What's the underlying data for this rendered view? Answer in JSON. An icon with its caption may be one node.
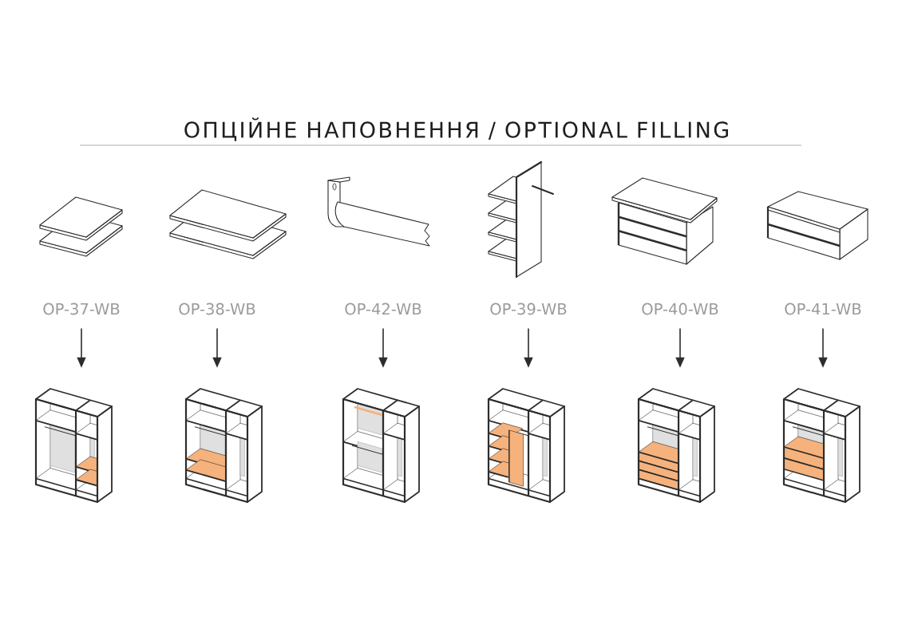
{
  "diagram": {
    "title": "ОПЦІЙНЕ НАПОВНЕННЯ / OPTIONAL FILLING",
    "nodes": [
      {
        "text": [],
        "shape": "picture"
      },
      {
        "text": [],
        "shape": "picture"
      },
      {
        "text": [],
        "shape": "picture"
      },
      {
        "text": [],
        "shape": "picture"
      },
      {
        "text": [],
        "shape": "picture"
      },
      {
        "text": [],
        "shape": "picture"
      },
      {
        "text": [
          "OP-37-WB"
        ]
      },
      {
        "text": [
          "OP-38-WB"
        ]
      },
      {
        "text": [
          "OP-42-WB"
        ]
      },
      {
        "text": [
          "OP-39-WB"
        ]
      },
      {
        "text": [
          "OP-40-WB"
        ]
      },
      {
        "text": [
          "OP-41-WB"
        ]
      },
      {
        "text": [],
        "shape": "picture"
      },
      {
        "text": [],
        "shape": "picture"
      },
      {
        "text": [],
        "shape": "picture"
      },
      {
        "text": [],
        "shape": "picture"
      },
      {
        "text": [],
        "shape": "picture"
      },
      {
        "text": [],
        "shape": "picture"
      }
    ],
    "edges": [
      {
        "from": 6,
        "to": 12,
        "arrow": "to"
      },
      {
        "from": 7,
        "to": 13,
        "arrow": "to"
      },
      {
        "from": 8,
        "to": 14,
        "arrow": "to"
      },
      {
        "from": 9,
        "to": 15,
        "arrow": "to"
      },
      {
        "from": 10,
        "to": 16,
        "arrow": "to"
      },
      {
        "from": 11,
        "to": 17,
        "arrow": "to"
      }
    ]
  }
}
